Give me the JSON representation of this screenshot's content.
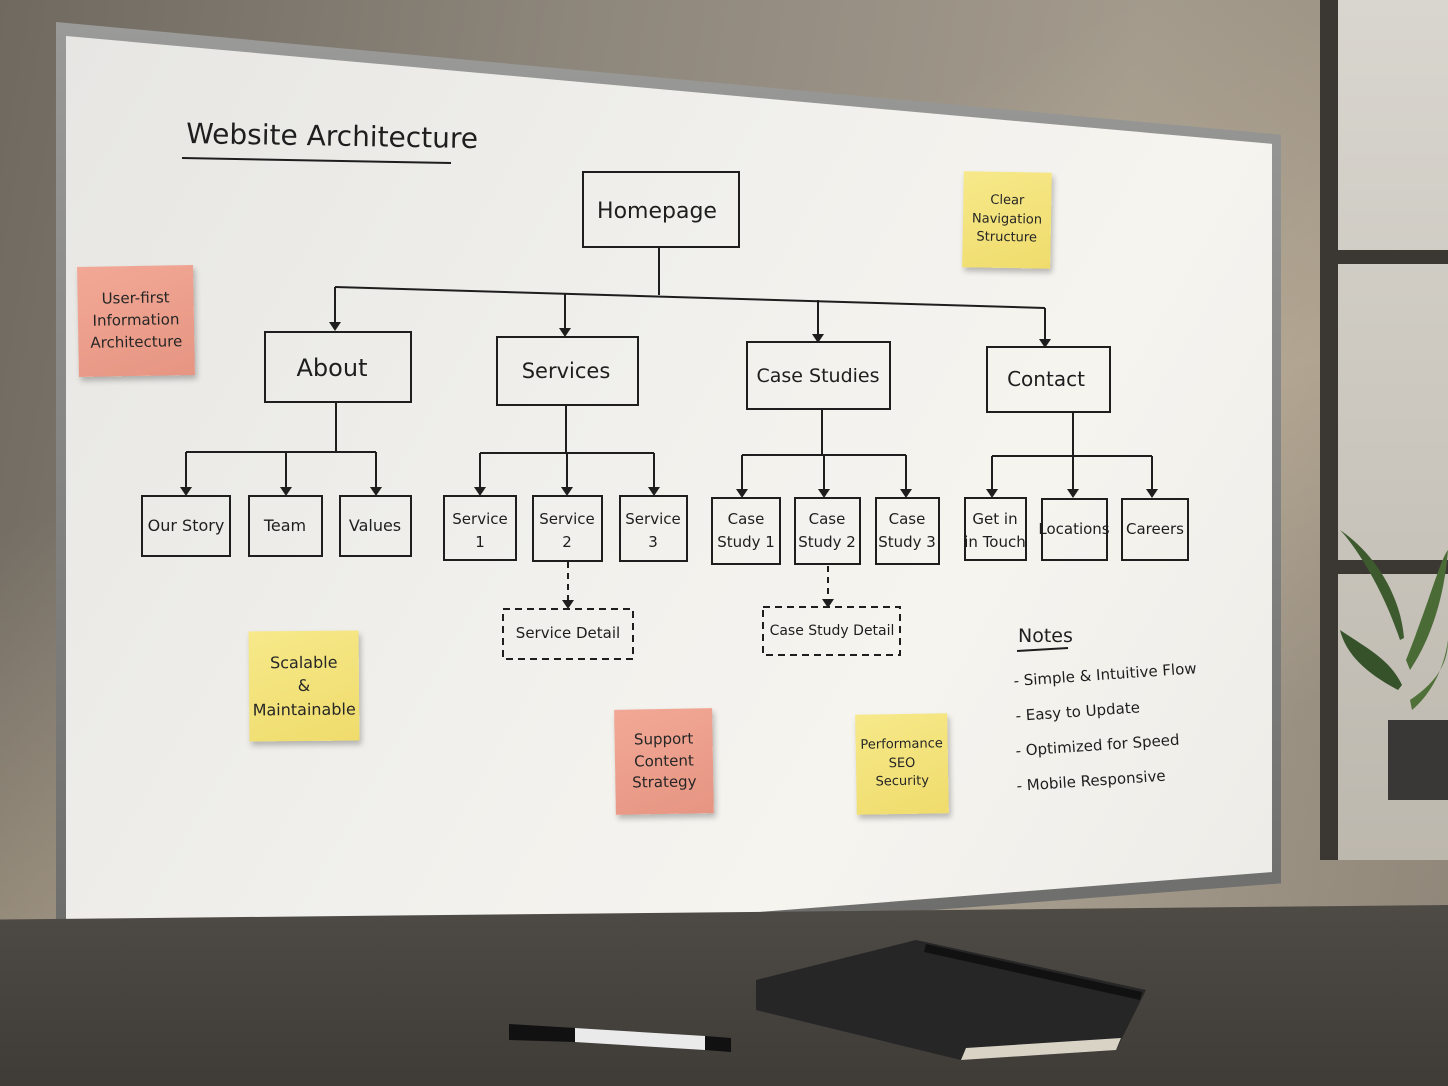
{
  "title": "Website Architecture",
  "nodes": {
    "root": "Homepage",
    "level1": [
      "About",
      "Services",
      "Case Studies",
      "Contact"
    ],
    "about_children": [
      "Our Story",
      "Team",
      "Values"
    ],
    "services_children": [
      "Service\n1",
      "Service\n2",
      "Service\n3"
    ],
    "case_children": [
      "Case\nStudy 1",
      "Case\nStudy 2",
      "Case\nStudy 3"
    ],
    "contact_children": [
      "Get in\nin Touch",
      "Locations",
      "Careers"
    ],
    "service_detail": "Service Detail",
    "case_detail": "Case Study Detail"
  },
  "stickies": {
    "user_first": "User-first\nInformation\nArchitecture",
    "clear_nav": "Clear\nNavigation\nStructure",
    "scalable": "Scalable\n&\nMaintainable",
    "support": "Support\nContent\nStrategy",
    "performance": "Performance\nSEO\nSecurity"
  },
  "notes": {
    "heading": "Notes",
    "items": [
      "- Simple & Intuitive Flow",
      "- Easy to Update",
      "- Optimized for Speed",
      "- Mobile Responsive"
    ]
  },
  "colors": {
    "yellow_note": "#f3e27c",
    "pink_note": "#ec9f8c",
    "ink": "#1e1e1e"
  }
}
